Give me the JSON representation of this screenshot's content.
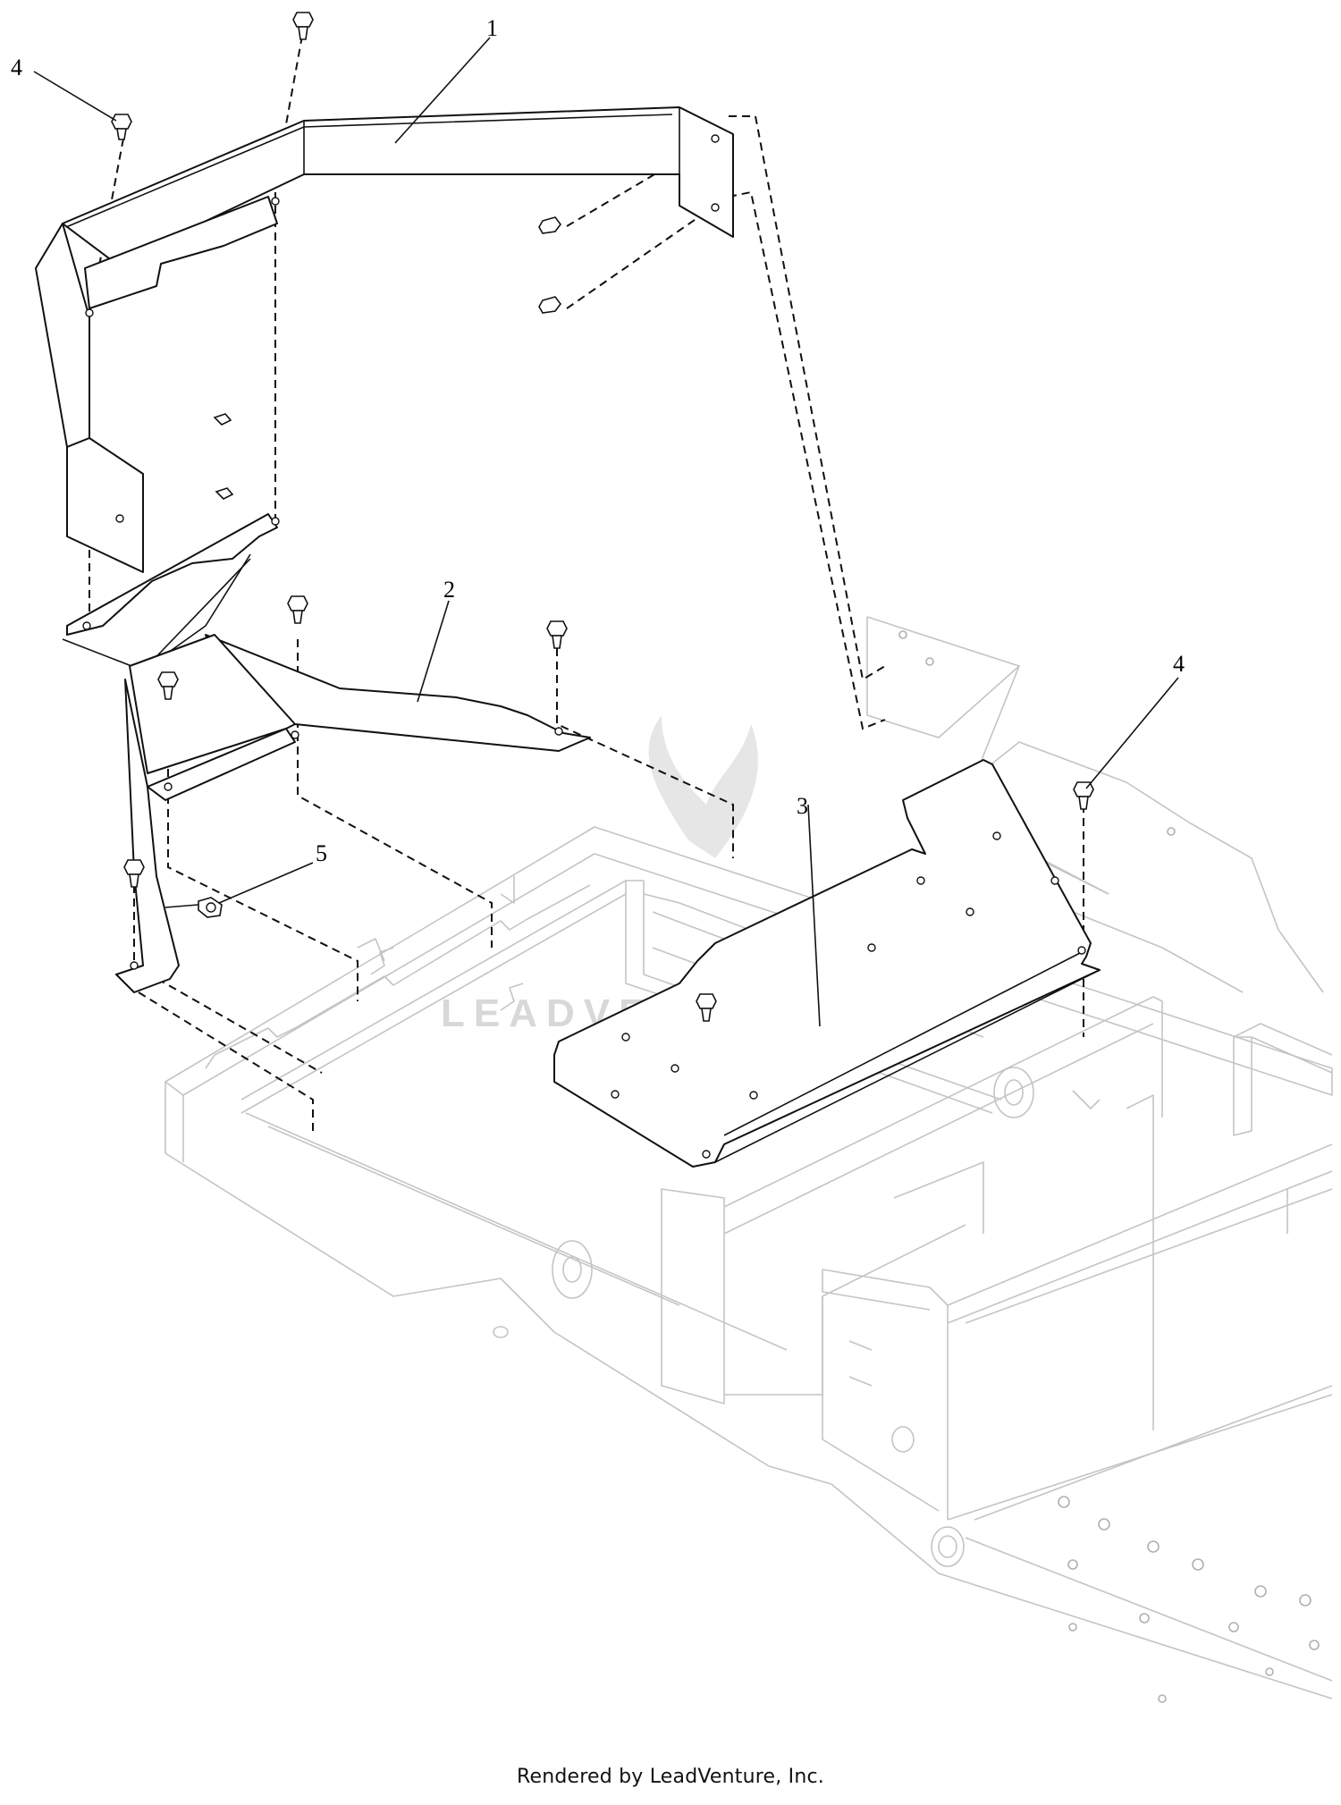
{
  "diagram": {
    "callouts": [
      {
        "id": "1",
        "label": "1"
      },
      {
        "id": "2",
        "label": "2"
      },
      {
        "id": "3",
        "label": "3"
      },
      {
        "id": "4a",
        "label": "4"
      },
      {
        "id": "4b",
        "label": "4"
      },
      {
        "id": "5",
        "label": "5"
      }
    ],
    "watermark": "LEADVENTURE"
  },
  "footer": {
    "text": "Rendered by LeadVenture, Inc."
  },
  "colors": {
    "part_line": "#111111",
    "frame_line": "#c4c4c4",
    "watermark": "#d8d8d8"
  }
}
